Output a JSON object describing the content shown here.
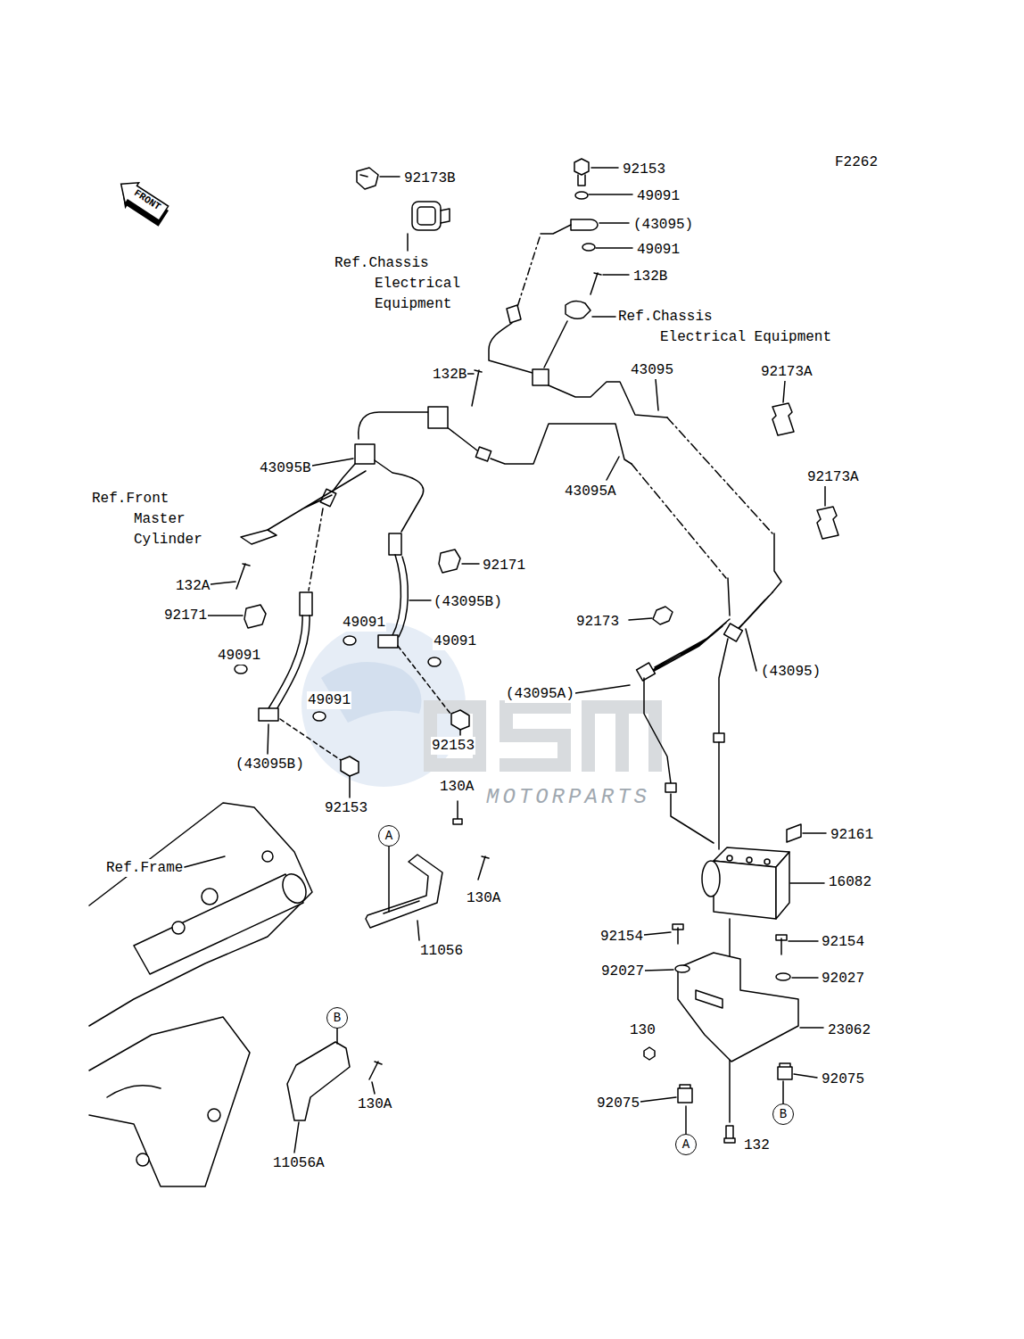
{
  "diagram": {
    "nodes": [
      {
        "text": [
          "FRONT"
        ]
      },
      {
        "text": [
          "A"
        ]
      },
      {
        "text": [
          "B"
        ]
      },
      {
        "text": [
          "B"
        ]
      },
      {
        "text": [
          "A"
        ]
      }
    ],
    "labels": [
      "F2262",
      "92173B",
      "Ref.Chassis Electrical Equipment",
      "92153",
      "49091",
      "(43095)",
      "49091",
      "132B",
      "Ref.Chassis Electrical Equipment",
      "43095",
      "92173A",
      "132B",
      "43095B",
      "43095A",
      "92173A",
      "Ref.Front Master Cylinder",
      "92171",
      "132A",
      "(43095B)",
      "92171",
      "92173",
      "49091",
      "49091",
      "49091",
      "(43095)",
      "(43095A)",
      "49091",
      "92153",
      "(43095B)",
      "130A",
      "92153",
      "MOTORPARTS",
      "92161",
      "Ref.Frame",
      "16082",
      "130A",
      "92154",
      "92154",
      "11056",
      "92027",
      "92027",
      "130",
      "23062",
      "92075",
      "92075",
      "130A",
      "132",
      "11056A"
    ]
  }
}
